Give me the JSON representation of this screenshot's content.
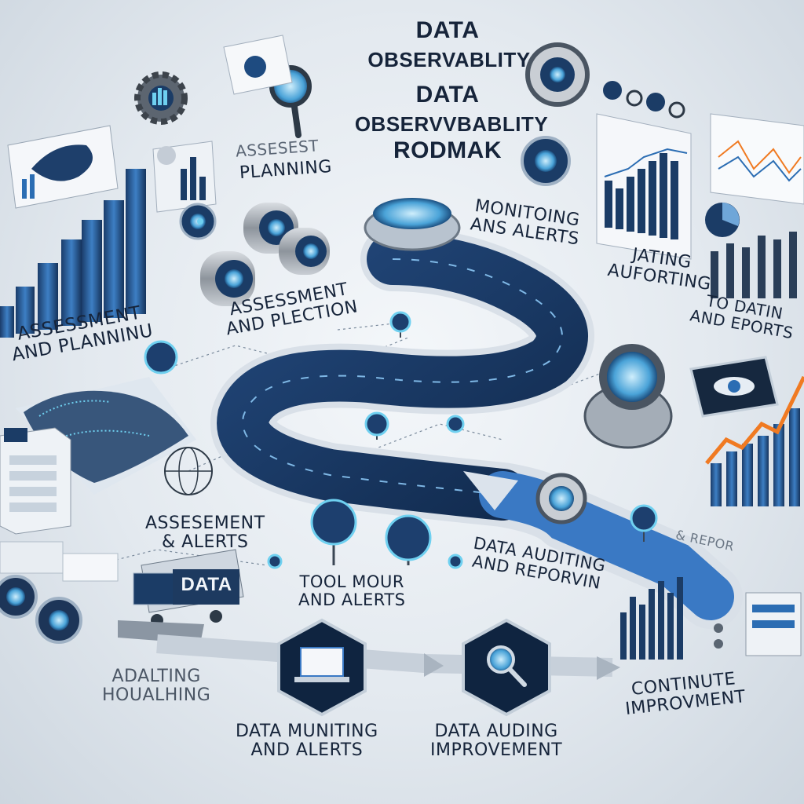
{
  "title": {
    "line1": "DATA",
    "line2": "OBSERVABLITY",
    "line3": "DATA",
    "line4": "OBSERVVBABLITY",
    "line5": "RODMAK"
  },
  "labels": {
    "assessment_planning_top_a": "ASSESEST",
    "assessment_planning_top_b": "PLANNING",
    "assessment_planning_left": "ASSESSMENT\nAND PLANNINU",
    "assessment_plection": "ASSESSMENT\nAND PLECTION",
    "monitoring_alerts": "MONITOING\nANS ALERTS",
    "jating": "JATING\nAUFORTING",
    "to_dating": "TO DATIN\nAND EPORTS",
    "assesement_alerts": "ASSESEMENT\n& ALERTS",
    "tool_mount": "TOOL MOUR\nAND ALERTS",
    "data_auditing_reporvin": "DATA AUDITING\nAND REPORVIN",
    "adalting": "ADALTING\nHOUALHING",
    "data_muniting": "DATA MUNITING\nAND ALERTS",
    "data_auding": "DATA AUDING\nIMPROVEMENT",
    "continue_improvment": "CONTINUTE\nIMPROVMENT",
    "repor_right": "& REPOR"
  },
  "data_box_label": "DATA",
  "colors": {
    "road": "#1b3a66",
    "road_edge": "#e8edf3",
    "accent_blue": "#2b6db3",
    "accent_cyan": "#6fd0f0",
    "accent_orange": "#f07a22",
    "dark_navy": "#0f2440"
  },
  "icons": [
    "magnifier-icon",
    "gear-icon",
    "monitor-icon",
    "search-doc-icon",
    "globe-icon",
    "map-pin-icon",
    "cylinder-icon",
    "chart-icon"
  ]
}
